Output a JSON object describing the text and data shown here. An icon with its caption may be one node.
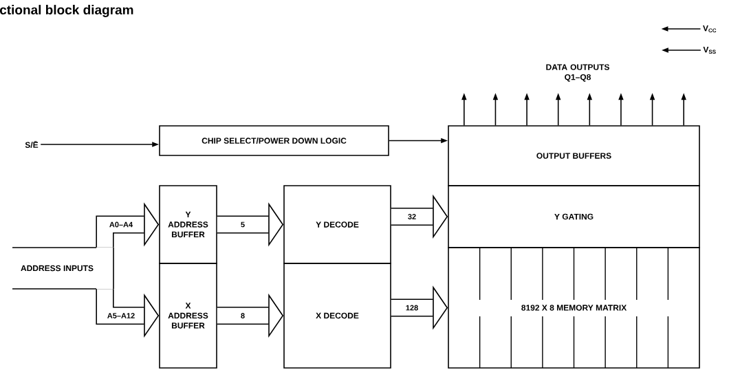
{
  "diagram": {
    "title": "ctional block diagram",
    "nodes": [
      {
        "text": [
          "CHIP SELECT/POWER DOWN LOGIC"
        ]
      },
      {
        "text": [
          "Y ADDRESS BUFFER"
        ]
      },
      {
        "text": [
          "X ADDRESS BUFFER"
        ]
      },
      {
        "text": [
          "Y DECODE"
        ]
      },
      {
        "text": [
          "X DECODE"
        ]
      },
      {
        "text": [
          "OUTPUT BUFFERS"
        ]
      },
      {
        "text": [
          "Y GATING"
        ]
      },
      {
        "text": [
          "8192 X 8 MEMORY MATRIX"
        ]
      },
      {
        "text": [
          "S/Ē"
        ]
      },
      {
        "text": [
          "ADDRESS INPUTS"
        ]
      },
      {
        "text": [
          "V$_{CC}$"
        ]
      },
      {
        "text": [
          "V$_{SS}$"
        ]
      }
    ],
    "labels": [
      "DATA OUTPUTS Q1–Q8"
    ],
    "edges": [
      {
        "from": 8,
        "to": 0,
        "arrow": "to"
      },
      {
        "from": 0,
        "to": 5,
        "arrow": "to"
      },
      {
        "from": 9,
        "to": 1,
        "arrow": "to",
        "label": "A0–A4",
        "style": "thick"
      },
      {
        "from": 9,
        "to": 2,
        "arrow": "to",
        "label": "A5–A12",
        "style": "thick"
      },
      {
        "from": 1,
        "to": 3,
        "arrow": "to",
        "label": "5",
        "style": "thick"
      },
      {
        "from": 2,
        "to": 4,
        "arrow": "to",
        "label": "8",
        "style": "thick"
      },
      {
        "from": 3,
        "to": 6,
        "arrow": "to",
        "label": "32",
        "style": "thick"
      },
      {
        "from": 4,
        "to": 7,
        "arrow": "to",
        "label": "128",
        "style": "thick"
      },
      {
        "from": 5,
        "to": null,
        "arrow": "to"
      },
      {
        "from": 5,
        "to": null,
        "arrow": "to"
      },
      {
        "from": 5,
        "to": null,
        "arrow": "to"
      },
      {
        "from": 5,
        "to": null,
        "arrow": "to"
      },
      {
        "from": 5,
        "to": null,
        "arrow": "to"
      },
      {
        "from": 5,
        "to": null,
        "arrow": "to"
      },
      {
        "from": 5,
        "to": null,
        "arrow": "to"
      },
      {
        "from": 5,
        "to": null,
        "arrow": "to"
      },
      {
        "from": 10,
        "to": null,
        "arrow": "to"
      },
      {
        "from": 11,
        "to": null,
        "arrow": "to"
      }
    ]
  }
}
